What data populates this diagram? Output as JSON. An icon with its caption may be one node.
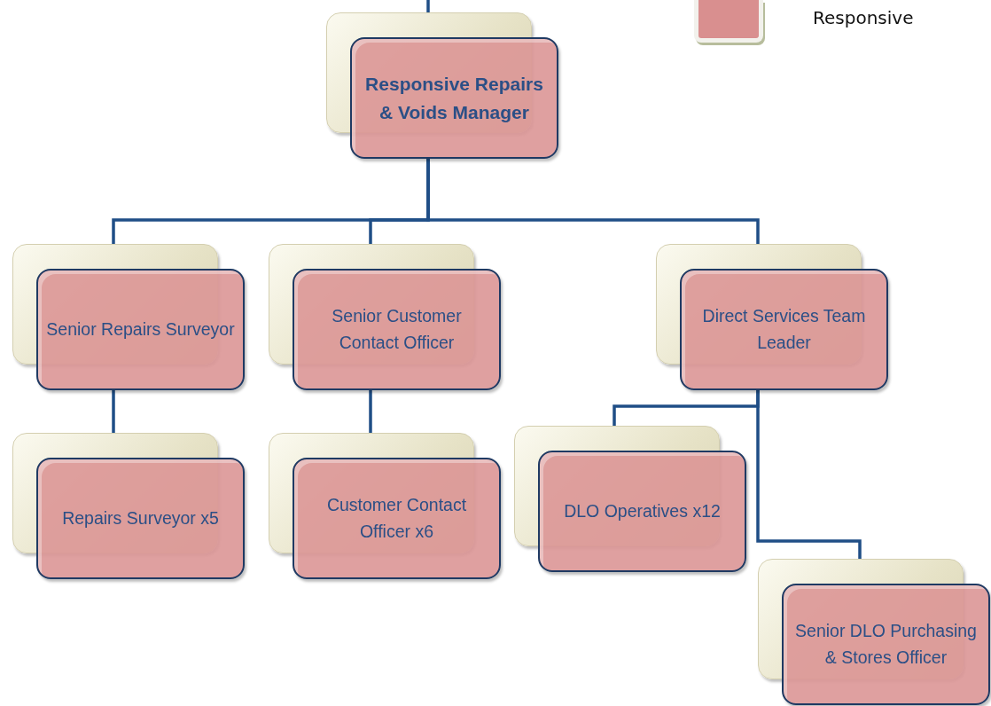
{
  "diagram": {
    "nodes": [
      {
        "text": [
          "Responsive Repairs & Voids Manager"
        ]
      },
      {
        "text": [
          "Senior Repairs Surveyor"
        ]
      },
      {
        "text": [
          "Senior Customer Contact Officer"
        ]
      },
      {
        "text": [
          "Direct Services Team Leader"
        ]
      },
      {
        "text": [
          "Repairs Surveyor x5"
        ]
      },
      {
        "text": [
          "Customer Contact Officer x6"
        ]
      },
      {
        "text": [
          "DLO Operatives x12"
        ]
      },
      {
        "text": [
          "Senior DLO Purchasing & Stores Officer"
        ]
      }
    ],
    "edges": [
      {
        "from": null,
        "to": 0,
        "arrow": "none"
      },
      {
        "from": 0,
        "to": 1,
        "arrow": "none"
      },
      {
        "from": 0,
        "to": 2,
        "arrow": "none"
      },
      {
        "from": 0,
        "to": 3,
        "arrow": "none"
      },
      {
        "from": 1,
        "to": 4,
        "arrow": "none"
      },
      {
        "from": 2,
        "to": 5,
        "arrow": "none"
      },
      {
        "from": 3,
        "to": 6,
        "arrow": "none"
      },
      {
        "from": 3,
        "to": 7,
        "arrow": "none"
      }
    ],
    "legend": [
      {
        "text": "Responsive",
        "color": "#d98f8f"
      }
    ]
  }
}
